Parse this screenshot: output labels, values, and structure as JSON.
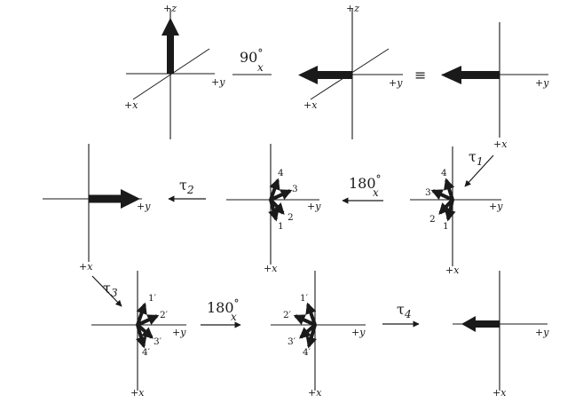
{
  "axis_labels": {
    "plus_z": "+z",
    "plus_y": "+y",
    "plus_x": "+x"
  },
  "operators": {
    "rot90": "90",
    "rot180": "180",
    "degree": "°",
    "axis_sub": "x",
    "tau": "τ",
    "tau1_sub": "1",
    "tau2_sub": "2",
    "tau3_sub": "3",
    "tau4_sub": "4",
    "equiv": "≡"
  },
  "vector_labels": {
    "v1": "1",
    "v2": "2",
    "v3": "3",
    "v4": "4",
    "v1p": "1′",
    "v2p": "2′",
    "v3p": "3′",
    "v4p": "4′"
  },
  "colors": {
    "ink": "#1a1a1a",
    "background": "#ffffff"
  }
}
